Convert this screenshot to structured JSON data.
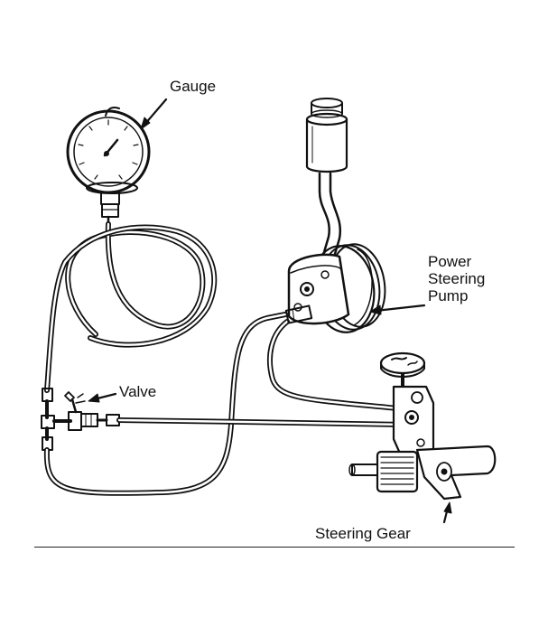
{
  "labels": {
    "gauge": "Gauge",
    "valve": "Valve",
    "pump": [
      "Power",
      "Steering",
      "Pump"
    ],
    "gear": "Steering Gear"
  },
  "colors": {
    "ink": "#111111",
    "paper": "#ffffff"
  }
}
